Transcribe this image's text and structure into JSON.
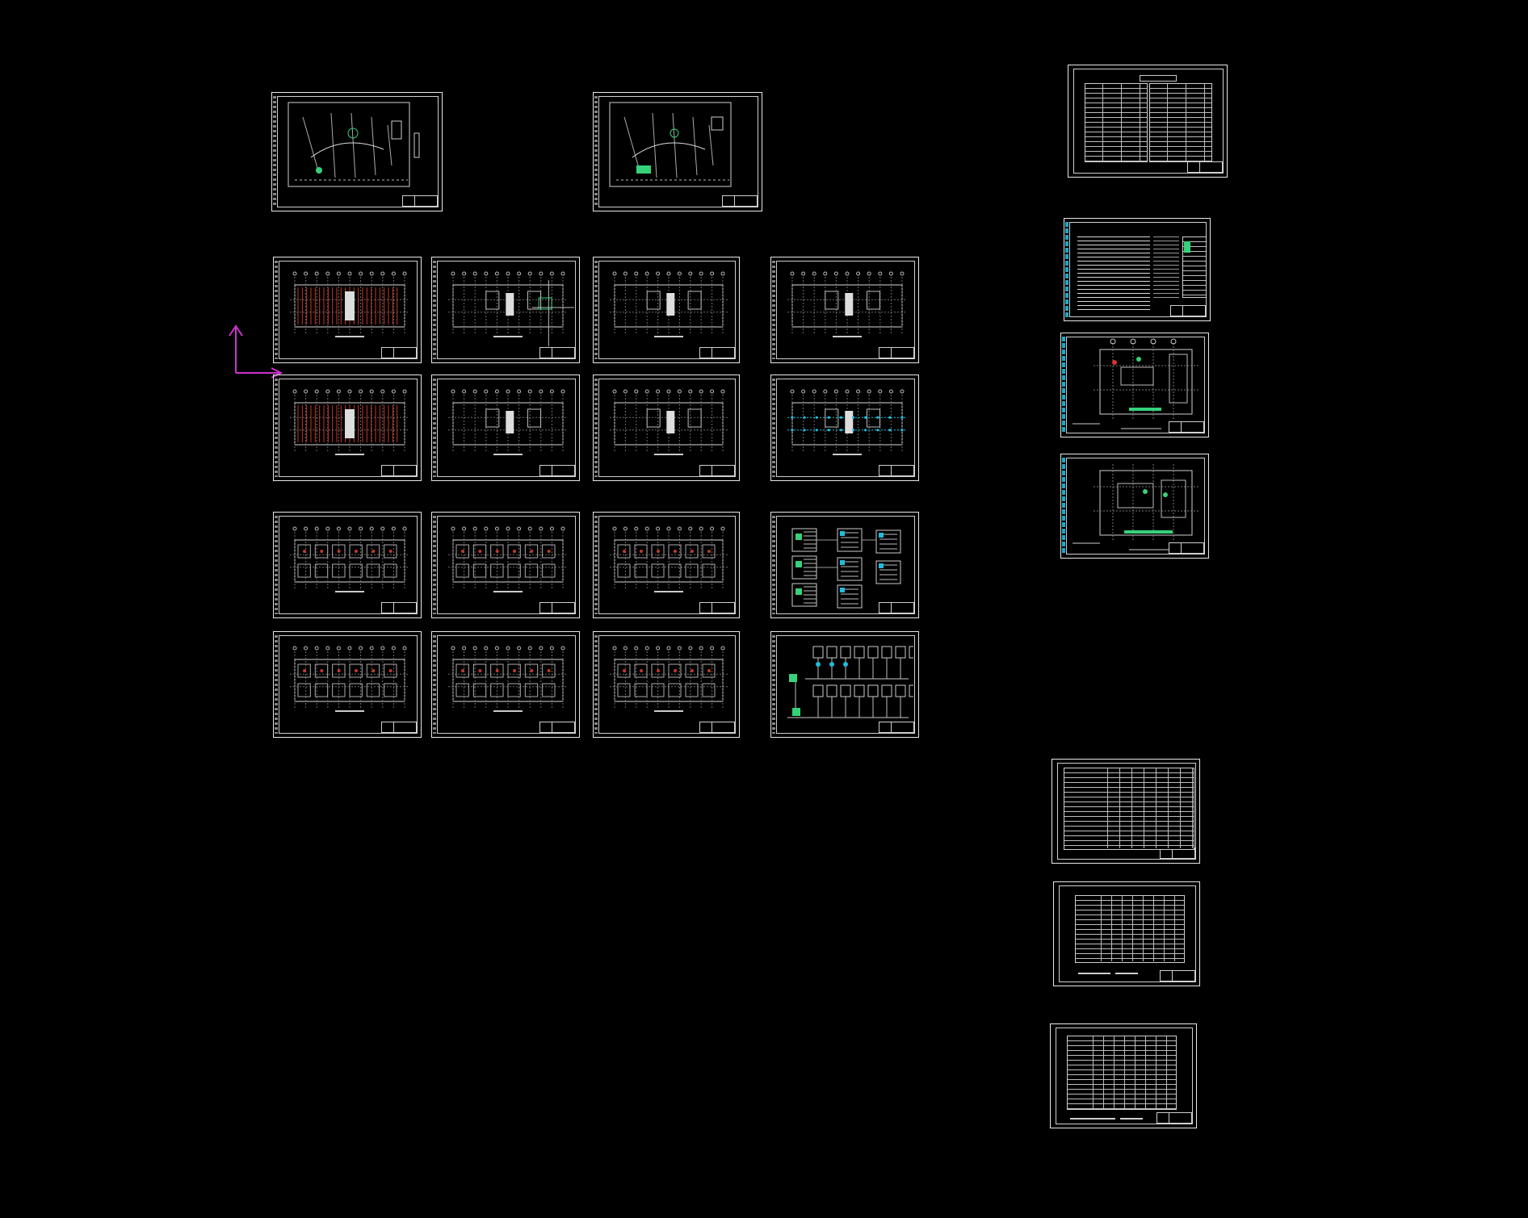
{
  "viewport": {
    "background": "#000000",
    "ucs_icon": {
      "name": "ucs-icon",
      "color": "#cc33cc"
    }
  },
  "sheets": [
    {
      "id": "site-plan-1",
      "type": "site",
      "accent": "#35d27a"
    },
    {
      "id": "site-plan-2",
      "type": "site",
      "accent": "#35d27a"
    },
    {
      "id": "drawing-index",
      "type": "index"
    },
    {
      "id": "design-notes",
      "type": "notes",
      "accent": "#2bd"
    },
    {
      "id": "basement-plan-1",
      "type": "plan-small",
      "accent": "#35d27a"
    },
    {
      "id": "basement-plan-2",
      "type": "plan-small",
      "accent": "#35d27a"
    },
    {
      "id": "plan-r1c1",
      "type": "floor-red"
    },
    {
      "id": "plan-r1c2",
      "type": "floor"
    },
    {
      "id": "plan-r1c3",
      "type": "floor"
    },
    {
      "id": "plan-r1c4",
      "type": "floor"
    },
    {
      "id": "plan-r2c1",
      "type": "floor-red"
    },
    {
      "id": "plan-r2c2",
      "type": "floor"
    },
    {
      "id": "plan-r2c3",
      "type": "floor"
    },
    {
      "id": "plan-r2c4",
      "type": "floor-cyan"
    },
    {
      "id": "plan-r3c1",
      "type": "floor-dense"
    },
    {
      "id": "plan-r3c2",
      "type": "floor-dense"
    },
    {
      "id": "plan-r3c3",
      "type": "floor-dense"
    },
    {
      "id": "system-diagram-1",
      "type": "diagram"
    },
    {
      "id": "plan-r4c1",
      "type": "floor-dense"
    },
    {
      "id": "plan-r4c2",
      "type": "floor-dense"
    },
    {
      "id": "plan-r4c3",
      "type": "floor-dense"
    },
    {
      "id": "riser-diagram",
      "type": "riser"
    },
    {
      "id": "schedule-table-1",
      "type": "table"
    },
    {
      "id": "schedule-table-2",
      "type": "table"
    },
    {
      "id": "schedule-table-3",
      "type": "table"
    }
  ]
}
